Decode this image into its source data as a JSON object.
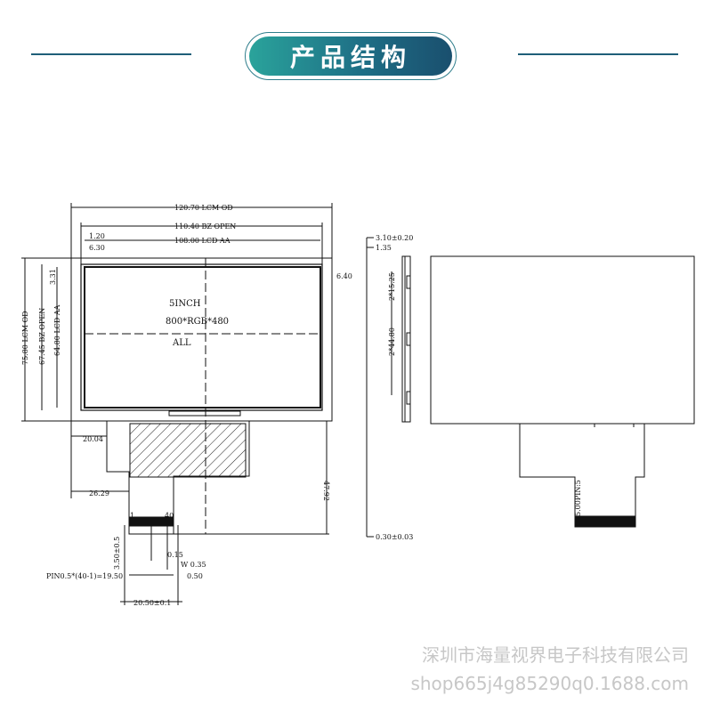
{
  "header": {
    "title": "产品结构"
  },
  "front_view": {
    "center_text": [
      "5INCH",
      "800*RGB*480",
      "ALL"
    ],
    "dims_top": [
      "120.70 LCM OD",
      "110.40 BZ OPEN",
      "108.00 LCD AA"
    ],
    "dims_left": [
      "75.80 LCM OD",
      "67.45 BZ OPEN",
      "64.80 LCD AA"
    ],
    "dims_small": [
      "1.20",
      "6.30",
      "3.31",
      "6.40"
    ],
    "dims_lower": [
      "20.04",
      "26.29",
      "47.92"
    ],
    "connector_pins": [
      "1",
      "40"
    ],
    "dims_connector": [
      "3.50±0.5",
      "0.15",
      "W 0.35",
      "0.50",
      "PIN0.5*(40-1)=19.50",
      "20.50±0.1"
    ]
  },
  "side_view": {
    "dims": [
      "3.10±0.20",
      "1.35",
      "2*15.25",
      "2*44.80",
      "0.30±0.03"
    ]
  },
  "back_view": {
    "dims": [
      "5.00PIN:5"
    ]
  },
  "watermark": {
    "company": "深圳市海量视界电子科技有限公司",
    "shop": "shop665j4g85290q0.1688.com"
  },
  "colors": {
    "accent": "#1f5f78",
    "line": "#111111",
    "watermark": "#c7c7c7"
  }
}
